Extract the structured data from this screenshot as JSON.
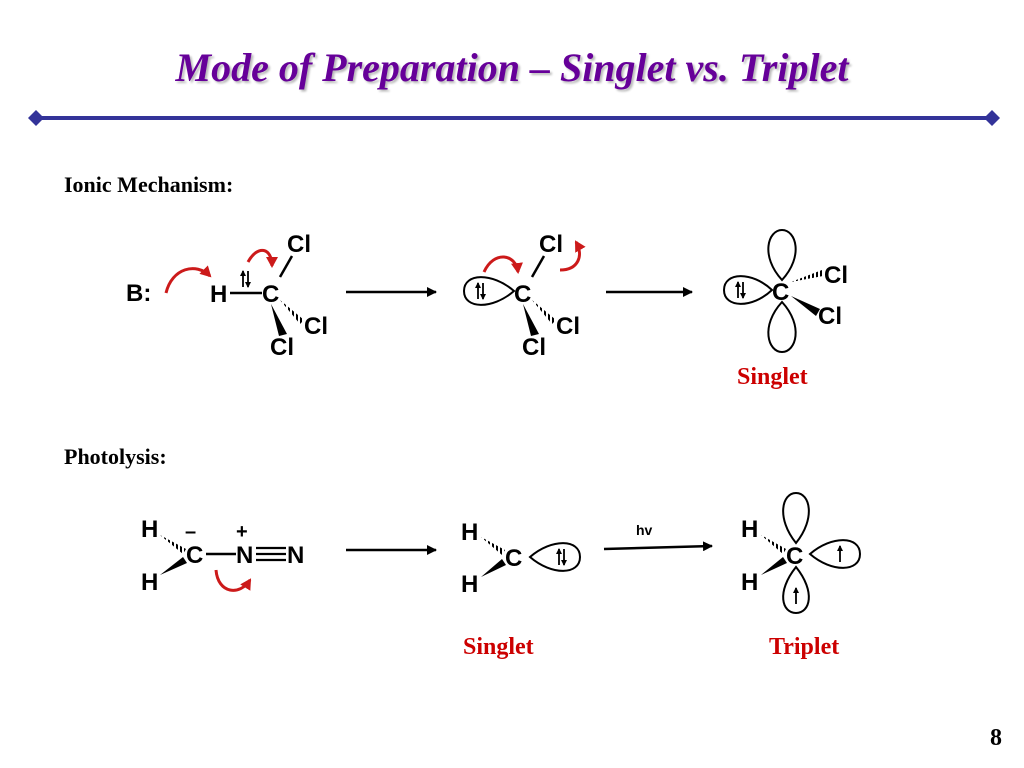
{
  "title": "Mode of Preparation – Singlet vs. Triplet",
  "sections": {
    "ionic": "Ionic Mechanism:",
    "photolysis": "Photolysis:"
  },
  "atoms": {
    "base": "B:",
    "h": "H",
    "c": "C",
    "cl": "Cl",
    "n": "N",
    "minus": "–",
    "plus": "+"
  },
  "reagent": "hv",
  "labels": {
    "singlet": "Singlet",
    "triplet": "Triplet"
  },
  "colors": {
    "title": "#660099",
    "divider": "#333399",
    "label": "#cc0000",
    "curved_arrow": "#cc1a1a"
  },
  "page_number": "8"
}
